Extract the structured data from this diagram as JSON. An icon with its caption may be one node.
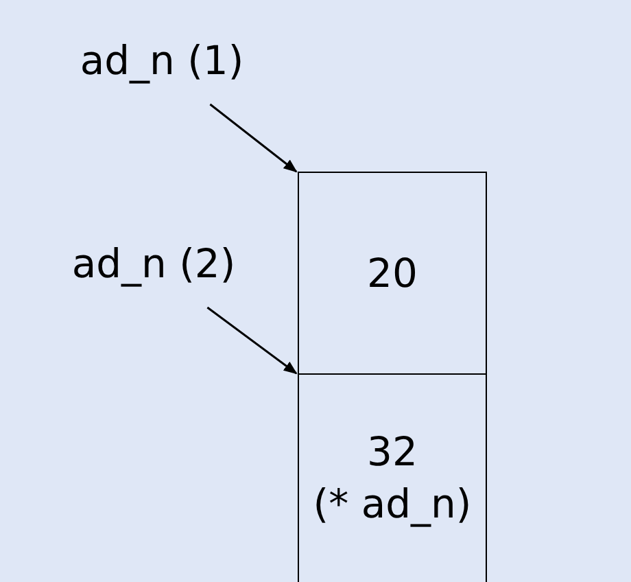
{
  "diagram": {
    "nodes": [
      {
        "text": [
          "ad_n (1)"
        ]
      },
      {
        "text": [
          "ad_n (2)"
        ]
      },
      {
        "text": [
          "20"
        ]
      },
      {
        "text": [
          "32",
          "(* ad_n)"
        ]
      }
    ],
    "edges": [
      {
        "from": 0,
        "to": 2,
        "arrow": "to"
      },
      {
        "from": 1,
        "to": 3,
        "arrow": "to"
      }
    ]
  }
}
